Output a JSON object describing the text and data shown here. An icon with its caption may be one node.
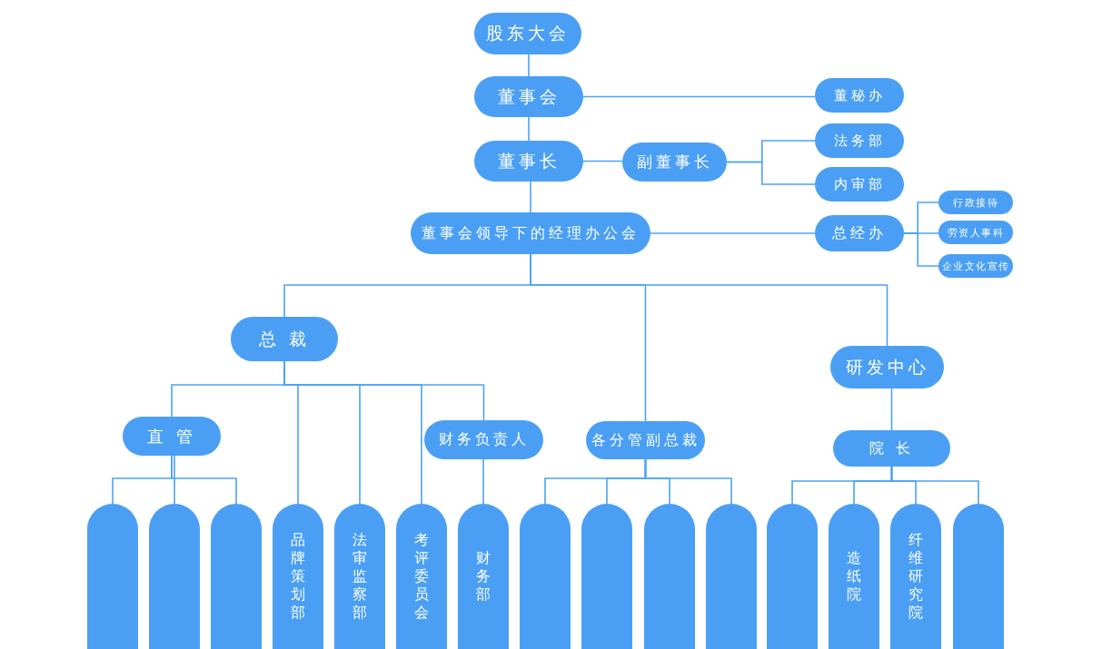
{
  "diagram": {
    "nodes": [
      {
        "text": [
          "股东大会"
        ]
      },
      {
        "text": [
          "董事会"
        ]
      },
      {
        "text": [
          "董秘办"
        ]
      },
      {
        "text": [
          "董事长"
        ]
      },
      {
        "text": [
          "副董事长"
        ]
      },
      {
        "text": [
          "法务部"
        ]
      },
      {
        "text": [
          "内审部"
        ]
      },
      {
        "text": [
          "董事会领导下的经理办公会"
        ]
      },
      {
        "text": [
          "总经办"
        ]
      },
      {
        "text": [
          "行政接待"
        ]
      },
      {
        "text": [
          "劳资人事科"
        ]
      },
      {
        "text": [
          "企业文化宣传"
        ]
      },
      {
        "text": [
          "总 裁"
        ]
      },
      {
        "text": [
          "研发中心"
        ]
      },
      {
        "text": [
          "直 管"
        ]
      },
      {
        "text": [
          "财务负责人"
        ]
      },
      {
        "text": [
          "各分管副总裁"
        ]
      },
      {
        "text": [
          "院 长"
        ]
      },
      {
        "text": [],
        "shape": "box"
      },
      {
        "text": [],
        "shape": "box"
      },
      {
        "text": [],
        "shape": "box"
      },
      {
        "text": [
          "品牌策划部"
        ]
      },
      {
        "text": [
          "法审监察部"
        ]
      },
      {
        "text": [
          "考评委员会"
        ]
      },
      {
        "text": [
          "财务部"
        ]
      },
      {
        "text": [],
        "shape": "box"
      },
      {
        "text": [],
        "shape": "box"
      },
      {
        "text": [],
        "shape": "box"
      },
      {
        "text": [],
        "shape": "box"
      },
      {
        "text": [],
        "shape": "box"
      },
      {
        "text": [
          "造纸院"
        ]
      },
      {
        "text": [
          "纤维研究院"
        ]
      },
      {
        "text": [],
        "shape": "box"
      }
    ],
    "edges": [
      {
        "from": 0,
        "to": 1,
        "arrow": "none"
      },
      {
        "from": 1,
        "to": 2,
        "arrow": "none"
      },
      {
        "from": 1,
        "to": 3,
        "arrow": "none"
      },
      {
        "from": 3,
        "to": 4,
        "arrow": "none"
      },
      {
        "from": 4,
        "to": 5,
        "arrow": "none"
      },
      {
        "from": 4,
        "to": 6,
        "arrow": "none"
      },
      {
        "from": 3,
        "to": 7,
        "arrow": "none"
      },
      {
        "from": 7,
        "to": 8,
        "arrow": "none"
      },
      {
        "from": 8,
        "to": 9,
        "arrow": "none"
      },
      {
        "from": 8,
        "to": 10,
        "arrow": "none"
      },
      {
        "from": 8,
        "to": 11,
        "arrow": "none"
      },
      {
        "from": 7,
        "to": 12,
        "arrow": "none"
      },
      {
        "from": 7,
        "to": 16,
        "arrow": "none"
      },
      {
        "from": 7,
        "to": 13,
        "arrow": "none"
      },
      {
        "from": 12,
        "to": 14,
        "arrow": "none"
      },
      {
        "from": 12,
        "to": 21,
        "arrow": "none"
      },
      {
        "from": 12,
        "to": 22,
        "arrow": "none"
      },
      {
        "from": 12,
        "to": 23,
        "arrow": "none"
      },
      {
        "from": 12,
        "to": 15,
        "arrow": "none"
      },
      {
        "from": 14,
        "to": 18,
        "arrow": "none"
      },
      {
        "from": 14,
        "to": 19,
        "arrow": "none"
      },
      {
        "from": 14,
        "to": 20,
        "arrow": "none"
      },
      {
        "from": 15,
        "to": 24,
        "arrow": "none"
      },
      {
        "from": 16,
        "to": 25,
        "arrow": "none"
      },
      {
        "from": 16,
        "to": 26,
        "arrow": "none"
      },
      {
        "from": 16,
        "to": 27,
        "arrow": "none"
      },
      {
        "from": 16,
        "to": 28,
        "arrow": "none"
      },
      {
        "from": 13,
        "to": 17,
        "arrow": "none"
      },
      {
        "from": 17,
        "to": 29,
        "arrow": "none"
      },
      {
        "from": 17,
        "to": 30,
        "arrow": "none"
      },
      {
        "from": 17,
        "to": 31,
        "arrow": "none"
      },
      {
        "from": 17,
        "to": 32,
        "arrow": "none"
      }
    ]
  }
}
